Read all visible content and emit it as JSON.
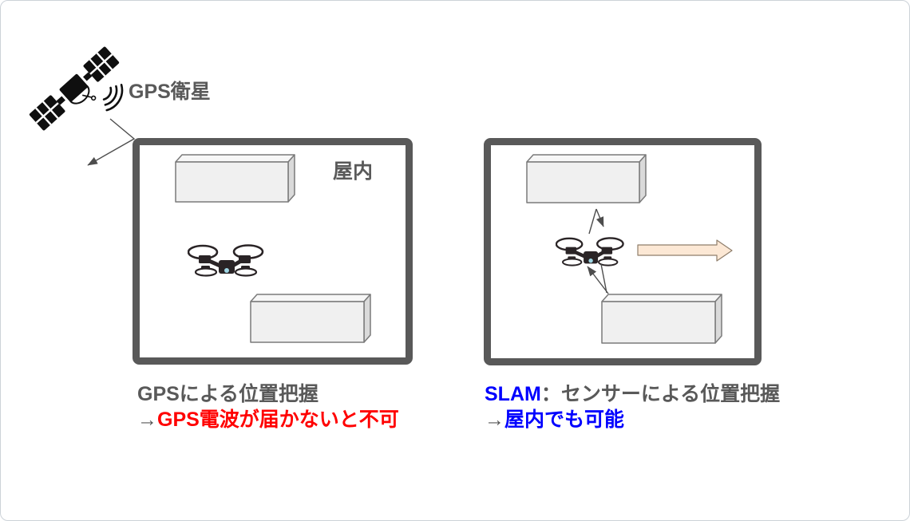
{
  "colors": {
    "text_gray": "#595959",
    "highlight_red": "#ff0000",
    "highlight_blue": "#0000ff",
    "room_border": "#595959",
    "obstacle_fill": "#f0f0f0",
    "direction_arrow_fill": "#fce8d5",
    "signal_arrow_gray": "#4d4d4d"
  },
  "icons": {
    "satellite": "gps-satellite-icon",
    "radio_waves": "radio-waves-icon",
    "drone": "drone-icon",
    "gps_signal": "gps-signal-arrow",
    "sensor_signal": "sensor-arrow",
    "flight_direction": "flight-direction-arrow"
  },
  "satellite": {
    "label": "GPS衛星"
  },
  "left_panel": {
    "room_label": "屋内",
    "caption_line1": "GPSによる位置把握",
    "caption_line2_arrow": "→",
    "caption_line2": "GPS電波が届かないと不可"
  },
  "right_panel": {
    "caption_line1_term": "SLAM",
    "caption_line1_rest": "：センサーによる位置把握",
    "caption_line2_arrow": "→",
    "caption_line2": "屋内でも可能"
  }
}
